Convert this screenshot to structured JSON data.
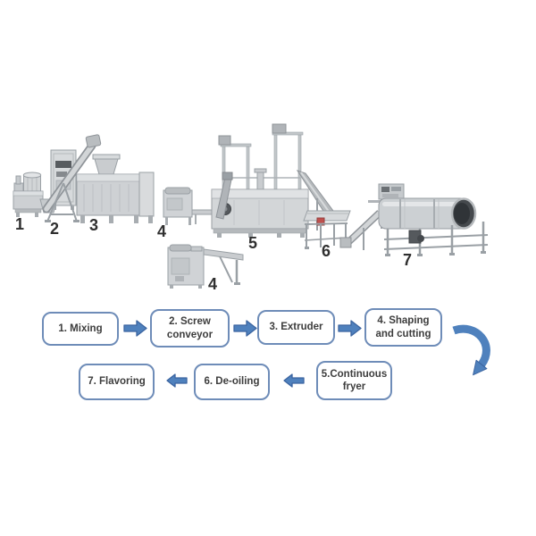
{
  "machinery": {
    "labels": [
      {
        "id": "mixer",
        "text": "1"
      },
      {
        "id": "screw-conveyor",
        "text": "2"
      },
      {
        "id": "extruder",
        "text": "3"
      },
      {
        "id": "shaping-cutter",
        "text": "4"
      },
      {
        "id": "continuous-fryer",
        "text": "5"
      },
      {
        "id": "shaping-cutter-front",
        "text": "4"
      },
      {
        "id": "deoiler",
        "text": "6"
      },
      {
        "id": "flavoring-drum",
        "text": "7"
      }
    ]
  },
  "flowchart": {
    "steps": [
      {
        "label": "1. Mixing"
      },
      {
        "label": "2. Screw conveyor"
      },
      {
        "label": "3. Extruder"
      },
      {
        "label": "4. Shaping and cutting"
      },
      {
        "label": "5.Continuous fryer"
      },
      {
        "label": "6. De-oiling"
      },
      {
        "label": "7. Flavoring"
      }
    ],
    "colors": {
      "arrow_fill": "#4f81bd",
      "arrow_edge": "#3b64a0",
      "box_border": "#6e8cb8",
      "box_text": "#3d3d3d"
    }
  }
}
